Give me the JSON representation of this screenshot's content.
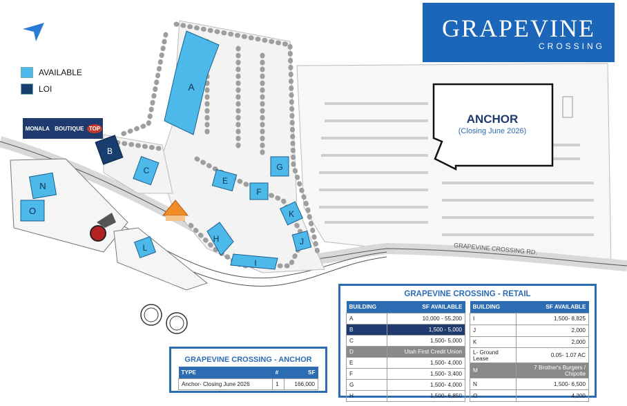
{
  "logo": {
    "title": "GRAPEVINE",
    "subtitle": "CROSSING"
  },
  "legend": [
    {
      "label": "AVAILABLE",
      "color": "#4db8ea"
    },
    {
      "label": "LOI",
      "color": "#173e6e"
    }
  ],
  "colors": {
    "available": "#4db8ea",
    "loi": "#173e6e",
    "brand": "#2c6cb3",
    "tree": "#9e9e9e"
  },
  "tenants": [
    "MONALA",
    "BOUTIQUE",
    "TOP"
  ],
  "map": {
    "buildings": {
      "A": "A",
      "B": "B",
      "C": "C",
      "E": "E",
      "F": "F",
      "G": "G",
      "H": "H",
      "I": "I",
      "J": "J",
      "K": "K",
      "L": "L",
      "N": "N",
      "O": "O"
    },
    "anchor_title": "ANCHOR",
    "anchor_sub": "(Closing June 2026)",
    "road": "GRAPEVINE CROSSING RD."
  },
  "retail": {
    "title": "GRAPEVINE CROSSING - RETAIL",
    "headers": [
      "BUILDING",
      "SF AVAILABLE"
    ],
    "left": [
      [
        "A",
        "10,000 - 55,200"
      ],
      [
        "B",
        "1,500 - 5,000"
      ],
      [
        "C",
        "1,500- 5,000"
      ],
      [
        "D",
        "Utah First Credit Union"
      ],
      [
        "E",
        "1,500- 4,000"
      ],
      [
        "F",
        "1,500- 3,400"
      ],
      [
        "G",
        "1,500- 4,000"
      ],
      [
        "H",
        "1,500- 6,850"
      ]
    ],
    "right": [
      [
        "I",
        "1,500- 8,825"
      ],
      [
        "J",
        "2,000"
      ],
      [
        "K",
        "2,000"
      ],
      [
        "L- Ground Lease",
        "0.05- 1.07 AC"
      ],
      [
        "M",
        "7 Brother's Burgers / Chipotle"
      ],
      [
        "N",
        "1,500- 6,500"
      ],
      [
        "O",
        "4,200"
      ]
    ]
  },
  "anchor": {
    "title": "GRAPEVINE CROSSING - ANCHOR",
    "headers": [
      "TYPE",
      "#",
      "SF"
    ],
    "rows": [
      [
        "Anchor- Closing June 2026",
        "1",
        "166,000"
      ]
    ]
  }
}
